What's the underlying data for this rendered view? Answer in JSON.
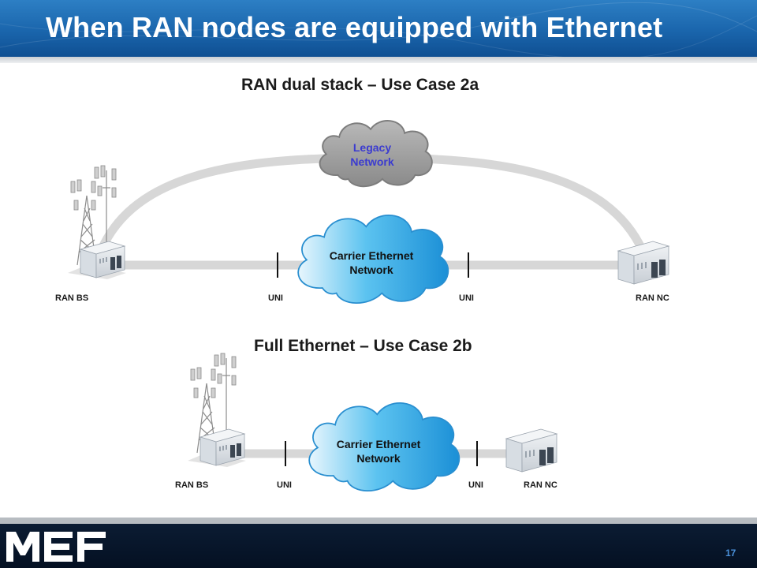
{
  "header": {
    "title": "When RAN nodes are equipped with Ethernet"
  },
  "case_2a": {
    "title": "RAN dual stack – Use Case 2a",
    "legacy_cloud": {
      "line1": "Legacy",
      "line2": "Network"
    },
    "ce_cloud": {
      "line1": "Carrier Ethernet",
      "line2": "Network"
    },
    "labels": {
      "ran_bs": "RAN BS",
      "uni_left": "UNI",
      "uni_right": "UNI",
      "ran_nc": "RAN NC"
    }
  },
  "case_2b": {
    "title": "Full Ethernet – Use Case 2b",
    "ce_cloud": {
      "line1": "Carrier Ethernet",
      "line2": "Network"
    },
    "labels": {
      "ran_bs": "RAN BS",
      "uni_left": "UNI",
      "uni_right": "UNI",
      "ran_nc": "RAN NC"
    }
  },
  "footer": {
    "logo": "MEF",
    "page_number": "17"
  },
  "colors": {
    "header_blue": "#1a65ac",
    "cloud_blue": "#3aaee8",
    "cloud_gray": "#9a9a9a",
    "legacy_text": "#3b3bd0",
    "link_gray": "#d4d4d4"
  }
}
